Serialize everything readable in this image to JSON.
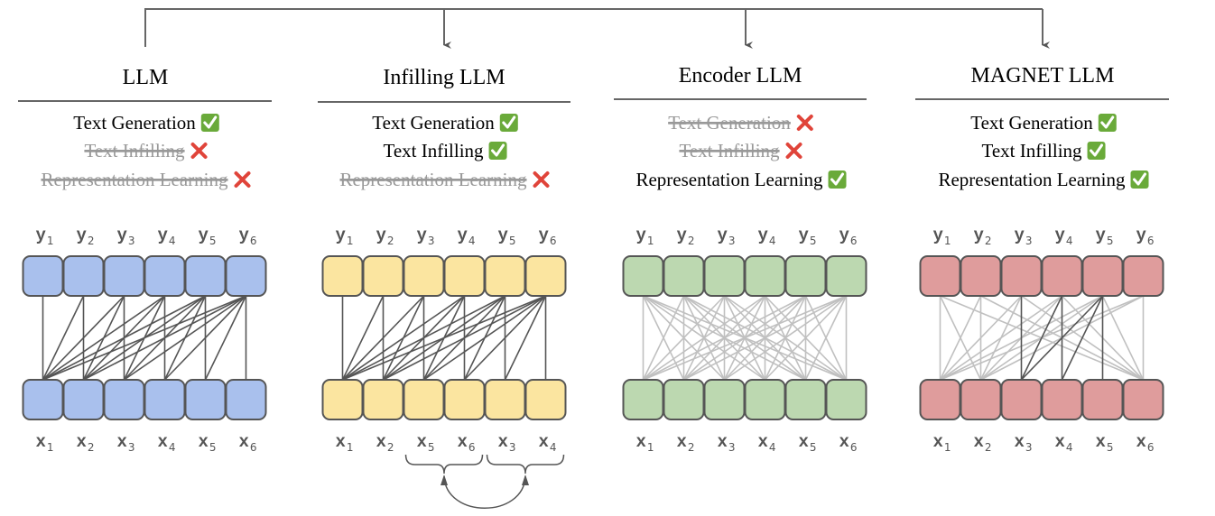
{
  "panels": [
    {
      "title": "LLM",
      "color": "#a9c0ed",
      "capabilities": [
        {
          "label": "Text Generation",
          "supported": true
        },
        {
          "label": "Text Infilling",
          "supported": false
        },
        {
          "label": "Representation Learning",
          "supported": false
        }
      ],
      "outputs": [
        "y1",
        "y2",
        "y3",
        "y4",
        "y5",
        "y6"
      ],
      "inputs": [
        "x1",
        "x2",
        "x3",
        "x4",
        "x5",
        "x6"
      ],
      "attention": "causal",
      "span_arrows": false
    },
    {
      "title": "Infilling LLM",
      "color": "#fbe5a0",
      "capabilities": [
        {
          "label": "Text Generation",
          "supported": true
        },
        {
          "label": "Text Infilling",
          "supported": true
        },
        {
          "label": "Representation Learning",
          "supported": false
        }
      ],
      "outputs": [
        "y1",
        "y2",
        "y3",
        "y4",
        "y5",
        "y6"
      ],
      "inputs": [
        "x1",
        "x2",
        "x5",
        "x6",
        "x3",
        "x4"
      ],
      "attention": "causal",
      "span_arrows": true
    },
    {
      "title": "Encoder LLM",
      "color": "#bcd8b0",
      "capabilities": [
        {
          "label": "Text Generation",
          "supported": false
        },
        {
          "label": "Text Infilling",
          "supported": false
        },
        {
          "label": "Representation Learning",
          "supported": true
        }
      ],
      "outputs": [
        "y1",
        "y2",
        "y3",
        "y4",
        "y5",
        "y6"
      ],
      "inputs": [
        "x1",
        "x2",
        "x3",
        "x4",
        "x5",
        "x6"
      ],
      "attention": "bidirectional",
      "span_arrows": false
    },
    {
      "title": "MAGNET LLM",
      "color": "#df9c9c",
      "capabilities": [
        {
          "label": "Text Generation",
          "supported": true
        },
        {
          "label": "Text Infilling",
          "supported": true
        },
        {
          "label": "Representation Learning",
          "supported": true
        }
      ],
      "outputs": [
        "y1",
        "y2",
        "y3",
        "y4",
        "y5",
        "y6"
      ],
      "inputs": [
        "x1",
        "x2",
        "x3",
        "x4",
        "x5",
        "x6"
      ],
      "attention": "mixed",
      "bidirectional_inputs": [
        1,
        2,
        6
      ],
      "causal_inputs": [
        3,
        4,
        5
      ],
      "span_arrows": false
    }
  ],
  "colors": {
    "line_dark": "#555555",
    "line_light": "#c0c0c0",
    "box_stroke": "#555555",
    "check": "#6aaa3a",
    "cross": "#e0443a"
  }
}
